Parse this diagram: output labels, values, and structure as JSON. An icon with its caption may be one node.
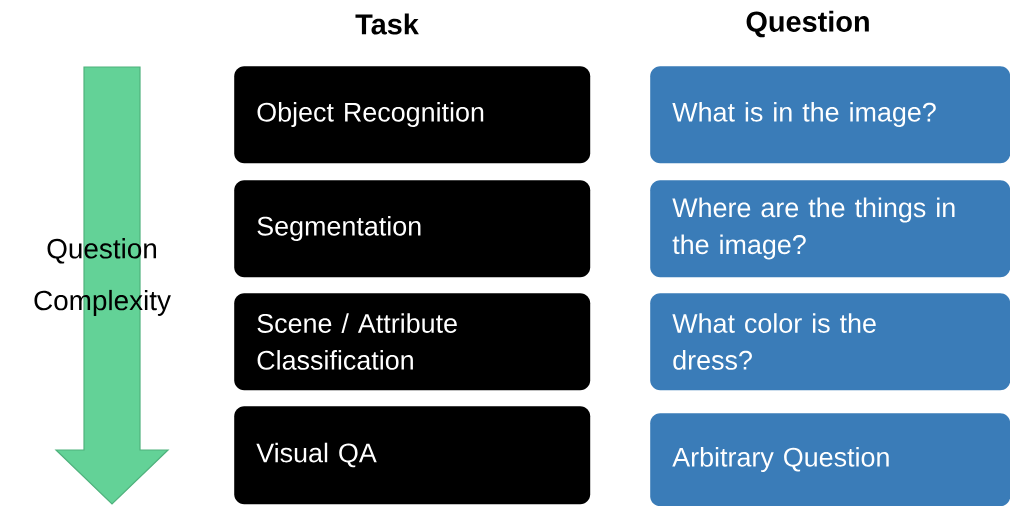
{
  "diagram": {
    "nodes": [
      {
        "text": [
          "Object Recognition"
        ]
      },
      {
        "text": [
          "Segmentation"
        ]
      },
      {
        "text": [
          "Scene / Attribute Classification"
        ]
      },
      {
        "text": [
          "Visual QA"
        ]
      },
      {
        "text": [
          "What is in the image?"
        ]
      },
      {
        "text": [
          "Where are the things in the image?"
        ]
      },
      {
        "text": [
          "What color is the dress?"
        ]
      },
      {
        "text": [
          "Arbitrary Question"
        ]
      }
    ],
    "labels": [
      "Task",
      "Question",
      "Question Complexity"
    ]
  }
}
